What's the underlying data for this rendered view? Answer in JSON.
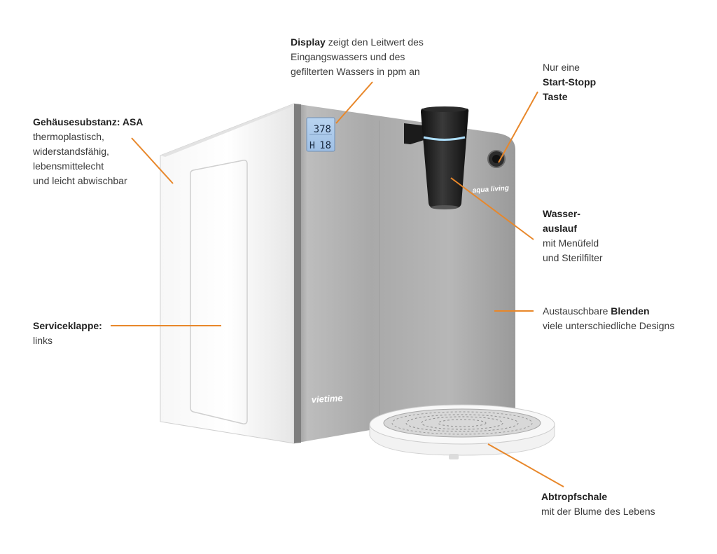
{
  "display_values": {
    "top": "378",
    "bottom_prefix": "H",
    "bottom_value": "18"
  },
  "brands": {
    "front": "vietime",
    "spout": "aqua living"
  },
  "accent_color": "#e8872a",
  "annotations": {
    "display": {
      "bold": "Display",
      "line1_rest": " zeigt den Leitwert des",
      "line2": "Eingangswassers und des",
      "line3": "gefilterten Wassers in ppm an"
    },
    "housing": {
      "bold": "Gehäusesubstanz: ASA",
      "line2": "thermoplastisch,",
      "line3": "widerstandsfähig,",
      "line4": "lebensmittelecht",
      "line5": "und leicht abwischbar"
    },
    "button": {
      "line1": "Nur eine",
      "bold1": "Start-Stopp",
      "bold2": "Taste"
    },
    "spout": {
      "bold1": "Wasser-",
      "bold2": "auslauf",
      "line3": "mit Menüfeld",
      "line4": "und Sterilfilter"
    },
    "panels": {
      "prefix": "Austauschbare ",
      "bold": "Blenden",
      "line2": "viele unterschiedliche Designs"
    },
    "service": {
      "bold": "Serviceklappe:",
      "line2": "links"
    },
    "tray": {
      "bold": "Abtropfschale",
      "line2": "mit der Blume des Lebens"
    }
  }
}
